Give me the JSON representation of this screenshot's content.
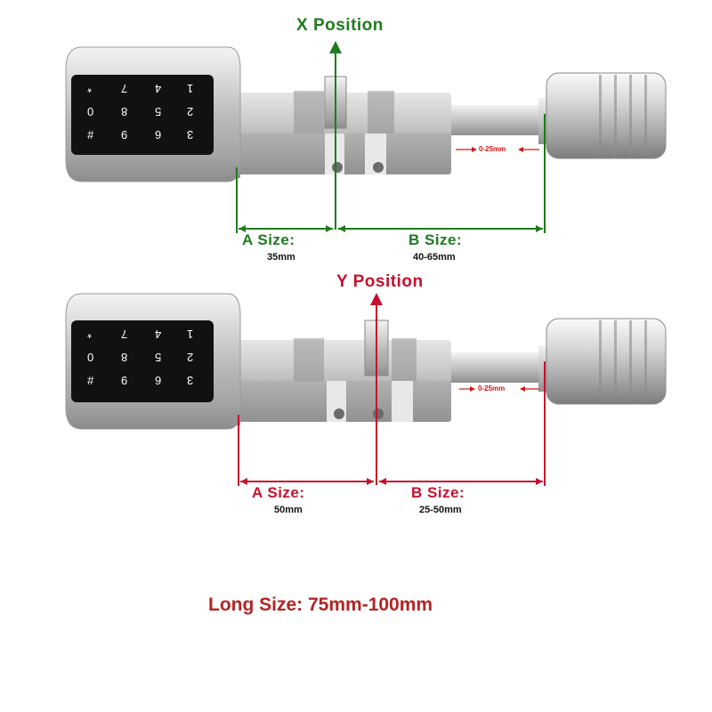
{
  "colors": {
    "green": "#1e7b1e",
    "red": "#c8102e",
    "dim_red": "#d01818",
    "metal": "#c9c9c9",
    "panel": "#111111",
    "brand_text": "#b42323"
  },
  "diagram_x": {
    "position_title": "X Position",
    "a_label": "A Size:",
    "a_value": "35mm",
    "b_label": "B Size:",
    "b_value": "40-65mm",
    "range_label": "0-25mm"
  },
  "diagram_y": {
    "position_title": "Y Position",
    "a_label": "A Size:",
    "a_value": "50mm",
    "b_label": "B Size:",
    "b_value": "25-50mm",
    "range_label": "0-25mm"
  },
  "keypad_keys": [
    "1",
    "2",
    "3",
    "4",
    "5",
    "6",
    "7",
    "8",
    "9",
    "*",
    "0",
    "#"
  ],
  "footer": {
    "long_size": "Long Size: 75mm-100mm"
  }
}
